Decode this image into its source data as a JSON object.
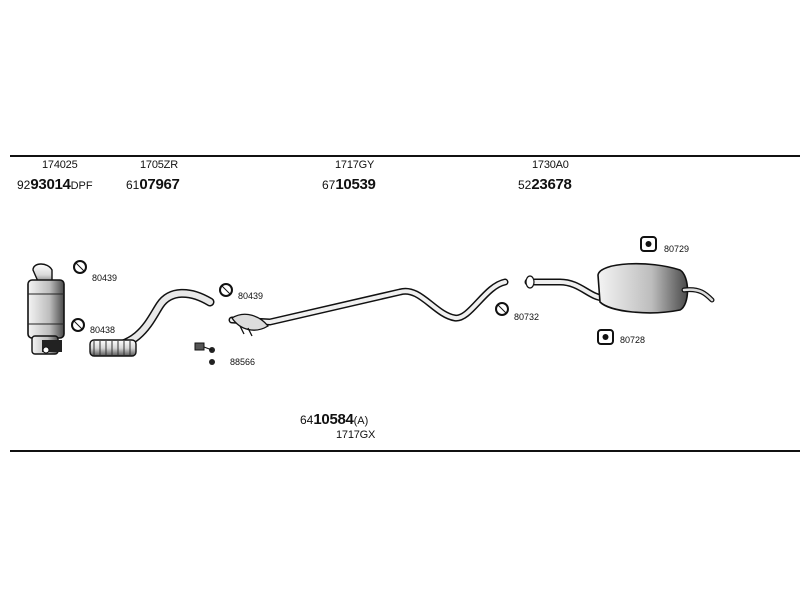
{
  "parts_top": [
    {
      "code": "174025",
      "prefix": "92",
      "number": "93014",
      "suffix": "DPF"
    },
    {
      "code": "1705ZR",
      "prefix": "61",
      "number": "07967",
      "suffix": ""
    },
    {
      "code": "1717GY",
      "prefix": "67",
      "number": "10539",
      "suffix": ""
    },
    {
      "code": "1730A0",
      "prefix": "52",
      "number": "23678",
      "suffix": ""
    }
  ],
  "part_bottom": {
    "code": "1717GX",
    "prefix": "64",
    "number": "10584",
    "suffix": "(A)"
  },
  "clips": [
    {
      "id": "c1",
      "label": "80439"
    },
    {
      "id": "c2",
      "label": "80438"
    },
    {
      "id": "c3",
      "label": "80439"
    },
    {
      "id": "c4",
      "label": "88566"
    },
    {
      "id": "c5",
      "label": "80732"
    },
    {
      "id": "c6",
      "label": "80729"
    },
    {
      "id": "c7",
      "label": "80728"
    }
  ]
}
